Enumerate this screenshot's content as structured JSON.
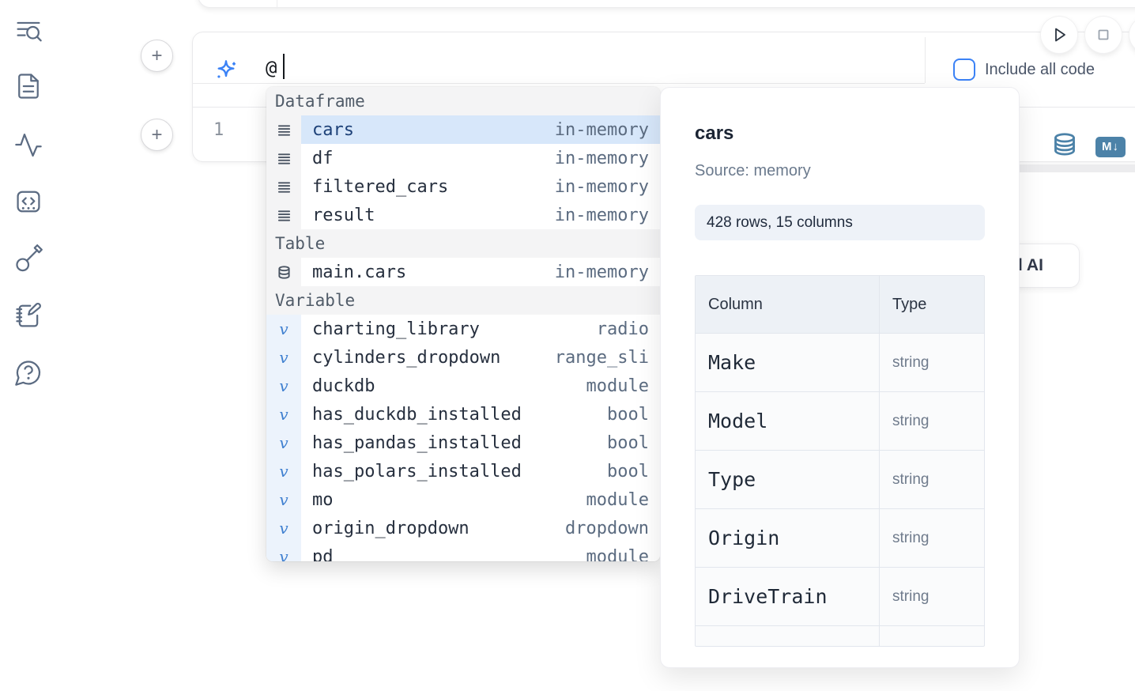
{
  "sidebar": {
    "icons": [
      {
        "name": "list-search-icon"
      },
      {
        "name": "file-text-icon"
      },
      {
        "name": "activity-icon"
      },
      {
        "name": "code-cell-icon"
      },
      {
        "name": "key-icon"
      },
      {
        "name": "notebook-pen-icon"
      },
      {
        "name": "help-chat-icon"
      }
    ]
  },
  "add_cell": {
    "glyph": "+"
  },
  "prompt": {
    "value": "@"
  },
  "include_code": {
    "label": "Include all code",
    "checked": false
  },
  "editor": {
    "line_number": "1",
    "markdown_badge": "M↓"
  },
  "ai_button": {
    "visible_label": "l AI"
  },
  "completion": {
    "sections": [
      {
        "label": "Dataframe",
        "kind": "dataframe",
        "icon": "dataframe-icon",
        "items": [
          {
            "name": "cars",
            "detail": "in-memory",
            "selected": true
          },
          {
            "name": "df",
            "detail": "in-memory"
          },
          {
            "name": "filtered_cars",
            "detail": "in-memory"
          },
          {
            "name": "result",
            "detail": "in-memory"
          }
        ]
      },
      {
        "label": "Table",
        "kind": "table",
        "icon": "table-icon",
        "items": [
          {
            "name": "main.cars",
            "detail": "in-memory"
          }
        ]
      },
      {
        "label": "Variable",
        "kind": "variable",
        "icon": "variable-icon",
        "items": [
          {
            "name": "charting_library",
            "detail": "radio"
          },
          {
            "name": "cylinders_dropdown",
            "detail": "range_sli"
          },
          {
            "name": "duckdb",
            "detail": "module"
          },
          {
            "name": "has_duckdb_installed",
            "detail": "bool"
          },
          {
            "name": "has_pandas_installed",
            "detail": "bool"
          },
          {
            "name": "has_polars_installed",
            "detail": "bool"
          },
          {
            "name": "mo",
            "detail": "module"
          },
          {
            "name": "origin_dropdown",
            "detail": "dropdown"
          },
          {
            "name": "pd",
            "detail": "module",
            "clipped": true
          }
        ]
      }
    ]
  },
  "preview": {
    "title": "cars",
    "source": "Source: memory",
    "shape": "428 rows, 15 columns",
    "table": {
      "headers": [
        "Column",
        "Type"
      ],
      "rows": [
        [
          "Make",
          "string"
        ],
        [
          "Model",
          "string"
        ],
        [
          "Type",
          "string"
        ],
        [
          "Origin",
          "string"
        ],
        [
          "DriveTrain",
          "string"
        ]
      ],
      "has_clipped_row": true
    }
  }
}
